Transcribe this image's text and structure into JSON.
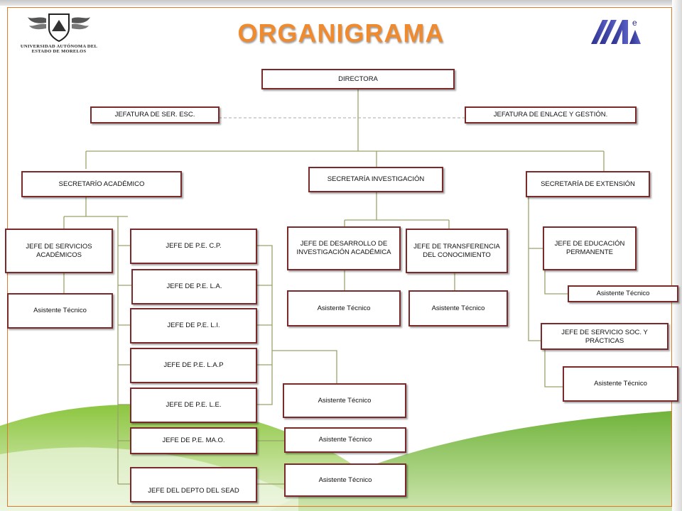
{
  "header": {
    "title": "ORGANIGRAMA",
    "university_logo_line1": "UNIVERSIDAD AUTÓNOMA DEL",
    "university_logo_line2": "ESTADO DE MORELOS",
    "right_logo_letter": "e"
  },
  "colors": {
    "title": "#f08a2e",
    "box_border": "#7a2a2a",
    "connector": "#9aa36a",
    "frame": "#e07a2b",
    "hill_green": "#7fbf3f"
  },
  "org": {
    "directora": "DIRECTORA",
    "jefatura_ser_esc": "JEFATURA DE SER. ESC.",
    "jefatura_enlace": "JEFATURA DE ENLACE Y GESTIÓN.",
    "secretario_academico": "SECRETARÍO ACADÉMICO",
    "secretaria_investigacion": "SECRETARÍA INVESTIGACIÓN",
    "secretaria_extension": "SECRETARÍA DE EXTENSIÓN",
    "jefe_servicios_academicos": "JEFE DE SERVICIOS ACADÉMICOS",
    "asistente_1": "Asistente Técnico",
    "jefe_pe_cp": "JEFE DE P.E. C.P.",
    "jefe_pe_la": "JEFE DE P.E. L.A.",
    "jefe_pe_li": "JEFE DE P.E. L.I.",
    "jefe_pe_lap": "JEFE DE P.E. L.A.P",
    "jefe_pe_le": "JEFE DE P.E. L.E.",
    "jefe_pe_mao": "JEFE DE P.E. MA.O.",
    "jefe_depto_sead": "JEFE DEL DEPTO DEL SEAD",
    "asistente_pe": "Asistente Técnico",
    "asistente_mao": "Asistente Técnico",
    "asistente_sead": "Asistente Técnico",
    "jefe_desarrollo_inv": "JEFE DE DESARROLLO DE INVESTIGACIÓN ACADÉMICA",
    "jefe_transferencia": "JEFE DE TRANSFERENCIA DEL CONOCIMIENTO",
    "asistente_desarrollo": "Asistente Técnico",
    "asistente_transferencia": "Asistente Técnico",
    "jefe_educacion_permanente": "JEFE DE EDUCACIÓN PERMANENTE",
    "asistente_educacion": "Asistente Técnico",
    "jefe_servicio_social": "JEFE DE SERVICIO SOC. Y PRÁCTICAS",
    "asistente_servicio_social": "Asistente Técnico"
  }
}
